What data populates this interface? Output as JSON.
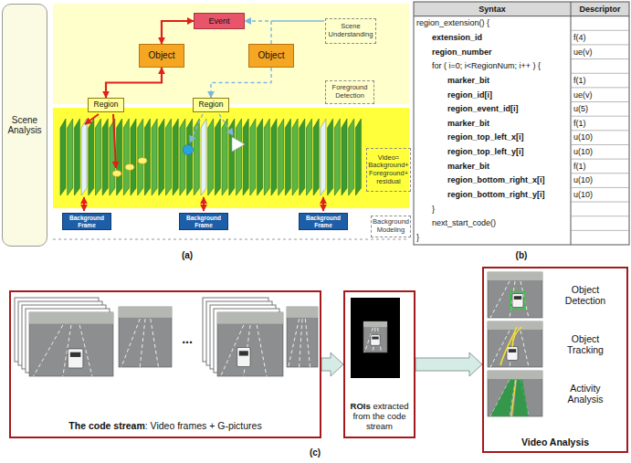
{
  "diagram": {
    "nodes": [
      {
        "text": [
          "Scene Analysis"
        ]
      },
      {
        "text": [
          "Event"
        ]
      },
      {
        "text": [
          "Object"
        ]
      },
      {
        "text": [
          "Object"
        ]
      },
      {
        "text": [
          "Scene Understanding"
        ]
      },
      {
        "text": [
          "Foreground Detection"
        ]
      },
      {
        "text": [
          "Region"
        ]
      },
      {
        "text": [
          "Region"
        ]
      },
      {
        "text": [
          "Video= Background+ Foreground+ residual"
        ]
      },
      {
        "text": [
          "Background Frame"
        ]
      },
      {
        "text": [
          "Background Frame"
        ]
      },
      {
        "text": [
          "Background Frame"
        ]
      },
      {
        "text": [
          "Background Modeling"
        ]
      },
      {
        "text": [
          "The code stream",
          ": Video frames + G-pictures"
        ]
      },
      {
        "text": [
          "ROIs",
          "extracted from the code stream"
        ]
      },
      {
        "text": [
          "Video Analysis"
        ]
      }
    ],
    "edges": [
      {
        "from": 1,
        "to": 2,
        "arrow": "both"
      },
      {
        "from": 2,
        "to": 6,
        "arrow": "both"
      },
      {
        "from": 3,
        "to": 1,
        "arrow": "to"
      },
      {
        "from": 3,
        "to": 7,
        "arrow": "to"
      },
      {
        "from": 13,
        "to": 14,
        "arrow": "to"
      },
      {
        "from": 14,
        "to": 15,
        "arrow": "to"
      }
    ],
    "labels": [
      "Syntax",
      "Descriptor",
      "region_extension() {",
      "extension_id",
      "f(4)",
      "region_number",
      "ue(v)",
      "for ( i=0; i<RegionNum; i++ ) {",
      "marker_bit",
      "f(1)",
      "region_id[i]",
      "ue(v)",
      "region_event_id[i]",
      "u(5)",
      "marker_bit",
      "f(1)",
      "region_top_left_x[i]",
      "u(10)",
      "region_top_left_y[i]",
      "u(10)",
      "marker_bit",
      "f(1)",
      "region_bottom_right_x[i]",
      "u(10)",
      "region_bottom_right_y[i]",
      "u(10)",
      "}",
      "next_start_code()",
      "}",
      "(a)",
      "(b)",
      "...",
      "Object Detection",
      "Object Tracking",
      "Activity Analysis",
      "(c)"
    ]
  }
}
